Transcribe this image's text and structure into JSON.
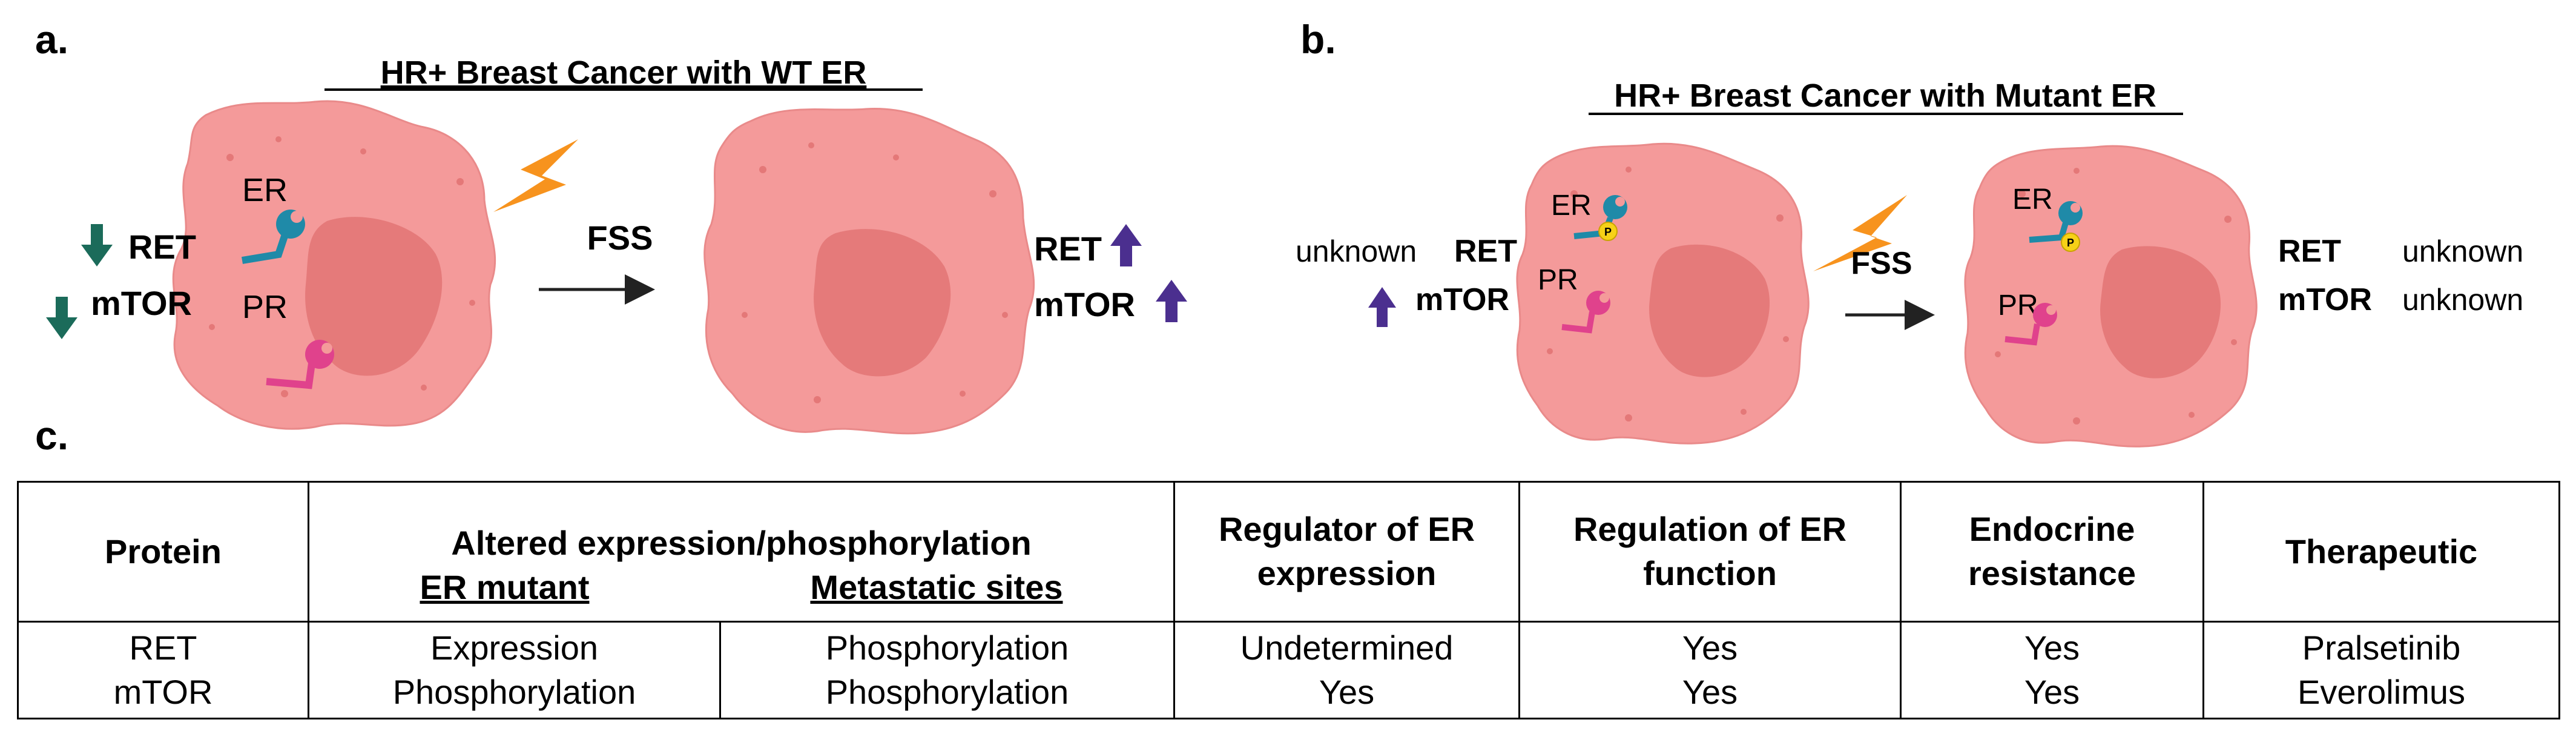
{
  "panel_labels": {
    "a": "a.",
    "b": "b.",
    "c": "c."
  },
  "panel_a": {
    "title": "HR+ Breast Cancer with  WT ER",
    "receptor_er": "ER",
    "receptor_pr": "PR",
    "left_ret": "RET",
    "left_mtor": "mTOR",
    "arrow_label": "FSS",
    "right_ret": "RET",
    "right_mtor": "mTOR"
  },
  "panel_b": {
    "title": "HR+ Breast Cancer with Mutant ER",
    "receptor_er_left": "ER",
    "receptor_pr_left": "PR",
    "receptor_er_right": "ER",
    "receptor_pr_right": "PR",
    "phospho": "P",
    "left_unknown": "unknown",
    "left_ret": "RET",
    "left_mtor": "mTOR",
    "arrow_label": "FSS",
    "right_ret": "RET",
    "right_mtor": "mTOR",
    "right_ret_status": "unknown",
    "right_mtor_status": "unknown"
  },
  "colors": {
    "cell_fill": "#f49a9a",
    "nucleus_fill": "#e57a7a",
    "er_receptor": "#1f8aa8",
    "pr_receptor": "#e0428c",
    "down_arrow": "#1b6b5a",
    "up_arrow": "#4b2f8f",
    "lightning": "#f7931e",
    "phospho": "#f7d117"
  },
  "table": {
    "headers": {
      "protein": "Protein",
      "altered": "Altered expression/phosphorylation",
      "altered_sub1": "ER mutant",
      "altered_sub2": "Metastatic sites",
      "regulator": [
        "Regulator of ER",
        "expression"
      ],
      "regulation": [
        "Regulation of ER",
        "function"
      ],
      "endocrine": [
        "Endocrine",
        "resistance"
      ],
      "therapeutic": "Therapeutic"
    },
    "rows": [
      {
        "protein": "RET",
        "er_mutant": "Expression",
        "metastatic": "Phosphorylation",
        "regulator": "Undetermined",
        "regulation": "Yes",
        "endocrine": "Yes",
        "therapeutic": "Pralsetinib"
      },
      {
        "protein": "mTOR",
        "er_mutant": "Phosphorylation",
        "metastatic": "Phosphorylation",
        "regulator": "Yes",
        "regulation": "Yes",
        "endocrine": "Yes",
        "therapeutic": "Everolimus"
      }
    ]
  }
}
